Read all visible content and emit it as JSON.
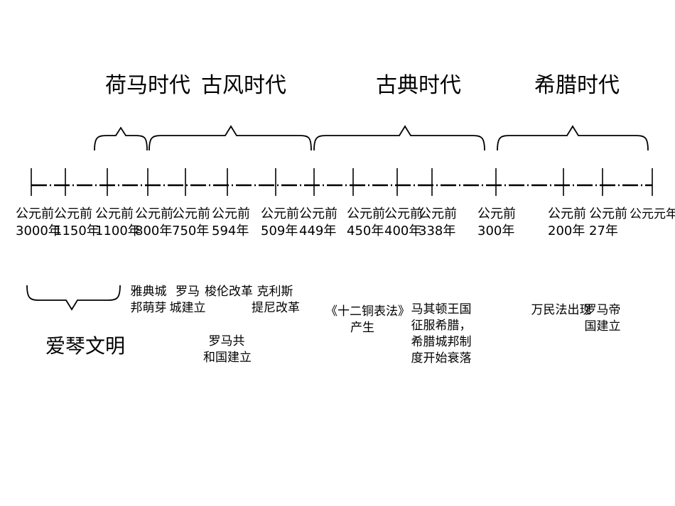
{
  "eras": [
    {
      "id": "homer",
      "label": "荷马时代"
    },
    {
      "id": "archaic",
      "label": "古风时代"
    },
    {
      "id": "classical",
      "label": "古典时代"
    },
    {
      "id": "hellenistic",
      "label": "希腊时代"
    }
  ],
  "ticks": [
    {
      "line1": "公元前",
      "line2": "3000年"
    },
    {
      "line1": "公元前",
      "line2": "1150年"
    },
    {
      "line1": "公元前",
      "line2": "1100年"
    },
    {
      "line1": "公元前",
      "line2": "800年"
    },
    {
      "line1": "公元前",
      "line2": "750年"
    },
    {
      "line1": "公元前",
      "line2": "594年"
    },
    {
      "line1": "公元前",
      "line2": "509年"
    },
    {
      "line1": "公元前",
      "line2": "449年"
    },
    {
      "line1": "公元前",
      "line2": "450年"
    },
    {
      "line1": "公元前",
      "line2": "400年"
    },
    {
      "line1": "公元前",
      "line2": "338年"
    },
    {
      "line1": "公元前",
      "line2": "300年"
    },
    {
      "line1": "公元前",
      "line2": "200年"
    },
    {
      "line1": "公元前",
      "line2": "27年"
    },
    {
      "line1": "公元元年",
      "line2": ""
    }
  ],
  "events": {
    "aegean": "爱琴文明",
    "athens_city_state": "雅典城\n邦萌芽",
    "rome_founded": "罗马\n城建立",
    "solon_reform": "梭伦改革",
    "roman_republic": "罗马共\n和国建立",
    "cleisthenes_reform": "克利斯\n提尼改革",
    "twelve_tables": "《十二铜表法》\n产生",
    "macedon": "马其顿王国\n征服希腊，\n希腊城邦制\n度开始衰落",
    "jus_gentium": "万民法出现",
    "roman_empire": "罗马帝\n国建立"
  }
}
